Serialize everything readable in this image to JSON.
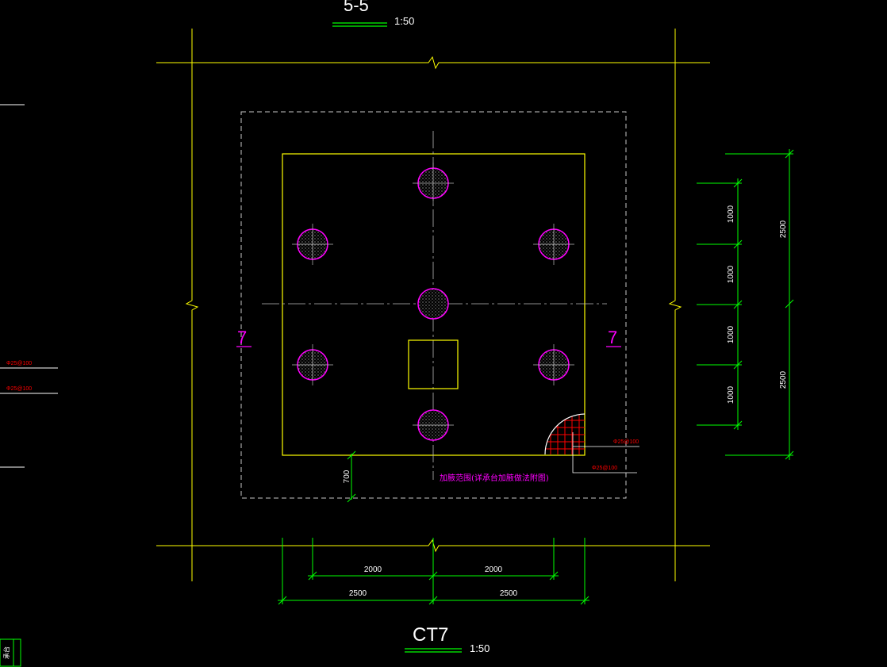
{
  "top_title": {
    "label": "5-5",
    "scale": "1:50"
  },
  "bottom_title": {
    "label": "CT7",
    "scale": "1:50"
  },
  "section_markers": {
    "left": "7",
    "right": "7"
  },
  "dimensions": {
    "right_outer": [
      "2500",
      "2500"
    ],
    "right_inner": [
      "1000",
      "1000",
      "1000",
      "1000"
    ],
    "bottom_inner": [
      "2000",
      "2000"
    ],
    "bottom_outer": [
      "2500",
      "2500"
    ],
    "left_vertical": "700"
  },
  "annotations": {
    "range_note": "加腋范围(详承台加腋做法附图)",
    "rebar_1": "Φ25@100",
    "rebar_2": "Φ25@100",
    "left_rebar_1": "Φ25@100",
    "left_rebar_2": "Φ25@100",
    "left_bottom_text": "承台"
  },
  "colors": {
    "background": "#000000",
    "outline": "#ffff00",
    "dimension": "#00ff00",
    "pile": "#ff00ff",
    "rebar": "#ff0000",
    "dashed": "#c8c8c8",
    "axis": "#bbbbbb"
  }
}
